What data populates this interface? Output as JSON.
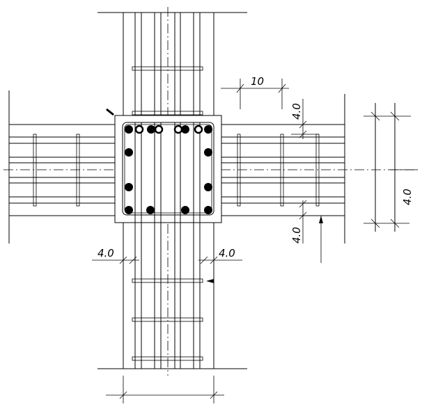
{
  "drawing": {
    "title_hidden": "",
    "dimensions": {
      "top_spacing": "10",
      "beam_top_cover": "4.0",
      "beam_bottom_cover": "4.0",
      "column_left_cover": "4.0",
      "column_right_cover": "4.0",
      "right_section_height": "4.0"
    },
    "line_color": "#000000",
    "background": "#ffffff"
  }
}
